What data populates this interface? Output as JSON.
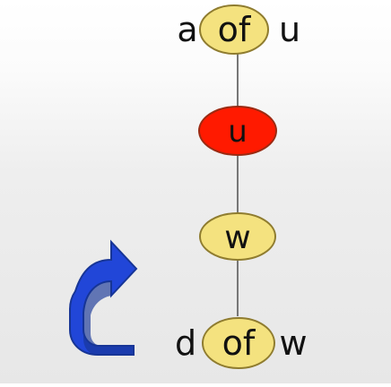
{
  "diagram": {
    "nodes": [
      {
        "id": "top",
        "prefix": "a",
        "label": "of",
        "suffix": "u",
        "fill": "#f4e27f"
      },
      {
        "id": "middle-red",
        "prefix": "",
        "label": "u",
        "suffix": "",
        "fill": "#ff1a00"
      },
      {
        "id": "middle-yellow",
        "prefix": "",
        "label": "w",
        "suffix": "",
        "fill": "#f4e27f"
      },
      {
        "id": "bottom",
        "prefix": "d",
        "label": "of",
        "suffix": "w",
        "fill": "#f4e27f"
      }
    ],
    "colors": {
      "edge": "#777777",
      "arrow": "#2146d8",
      "arrow_shadow": "#173596",
      "node_stroke": "#8f7c2f"
    },
    "icon": "curved-arrow-icon"
  }
}
